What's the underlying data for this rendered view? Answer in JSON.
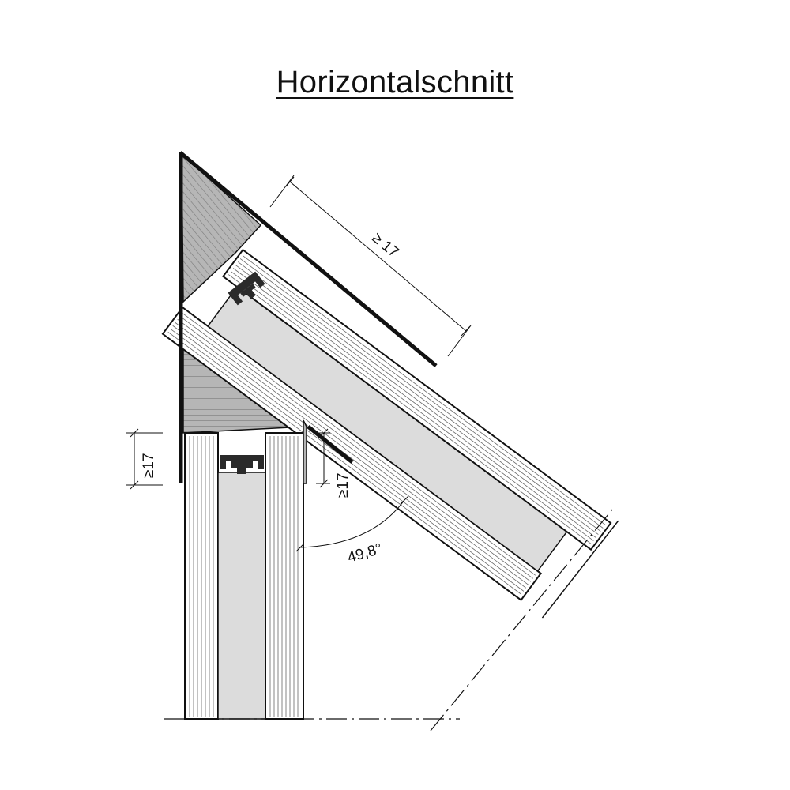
{
  "title": "Horizontalschnitt",
  "dimensions": {
    "diagonal_panel_width": "≥ 17",
    "vertical_panel_width": "≥17",
    "corner_offset": "≥17",
    "angle": "49,8°"
  },
  "colors": {
    "line": "#111111",
    "glass_fill": "#dcdcdc",
    "corner_block": "#b4b4b4",
    "panel_face": "#ffffff",
    "profile": "#2a2a2a"
  },
  "icons": [
    "clamp-profile-icon"
  ]
}
